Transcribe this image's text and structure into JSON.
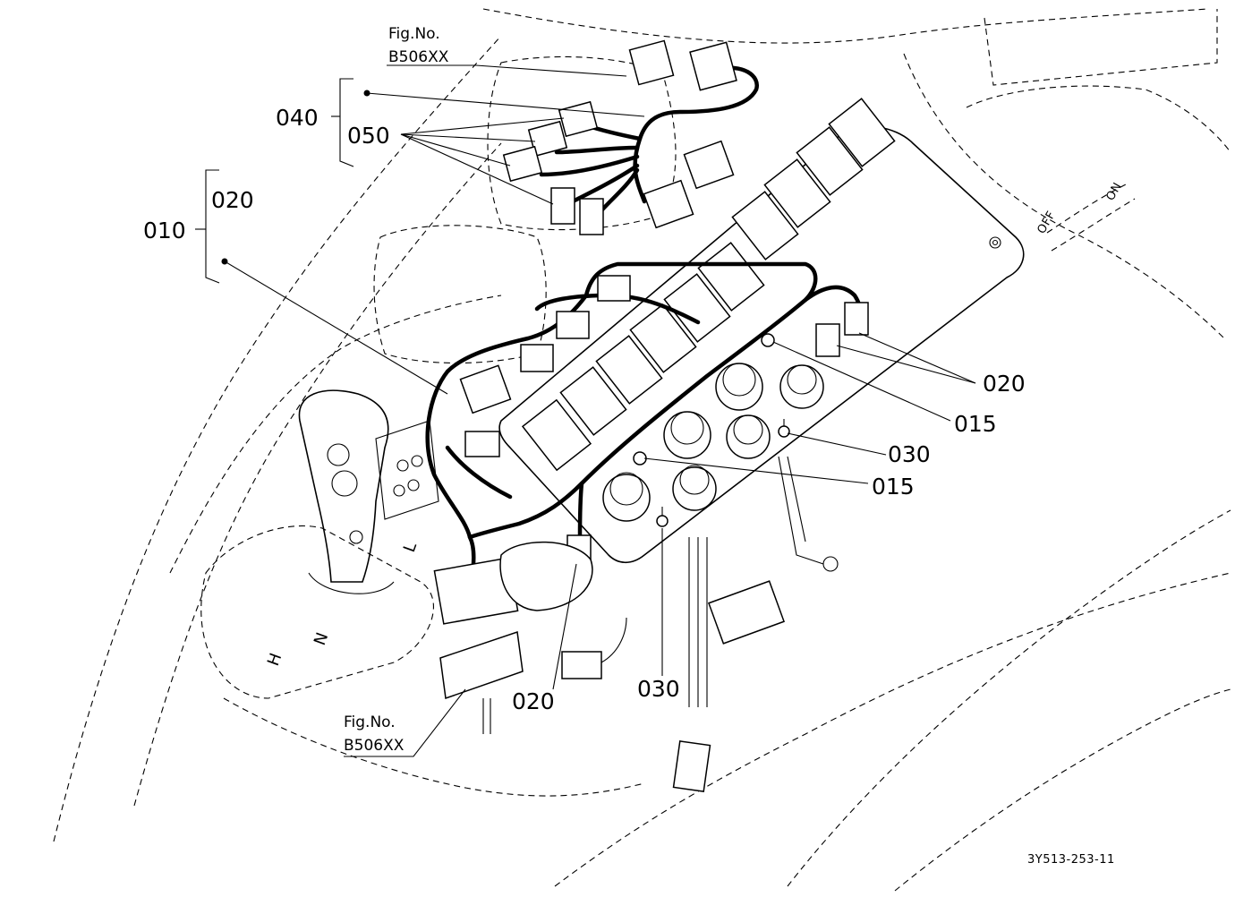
{
  "diagram": {
    "callouts": {
      "c040": "040",
      "c050": "050",
      "c010": "010",
      "c020_group": "020",
      "c020_right": "020",
      "c015_right": "015",
      "c030_right": "030",
      "c015_mid": "015",
      "c020_bottom": "020",
      "c030_bottom": "030"
    },
    "figure_refs": {
      "top": {
        "line1": "Fig.No.",
        "line2": "B506XX"
      },
      "bottom": {
        "line1": "Fig.No.",
        "line2": "B506XX"
      }
    },
    "panel_markings": {
      "off": "OFF",
      "on": "ON",
      "shift_h": "H",
      "shift_n": "N",
      "shift_l": "L"
    },
    "drawing_number": "3Y513-253-11"
  }
}
